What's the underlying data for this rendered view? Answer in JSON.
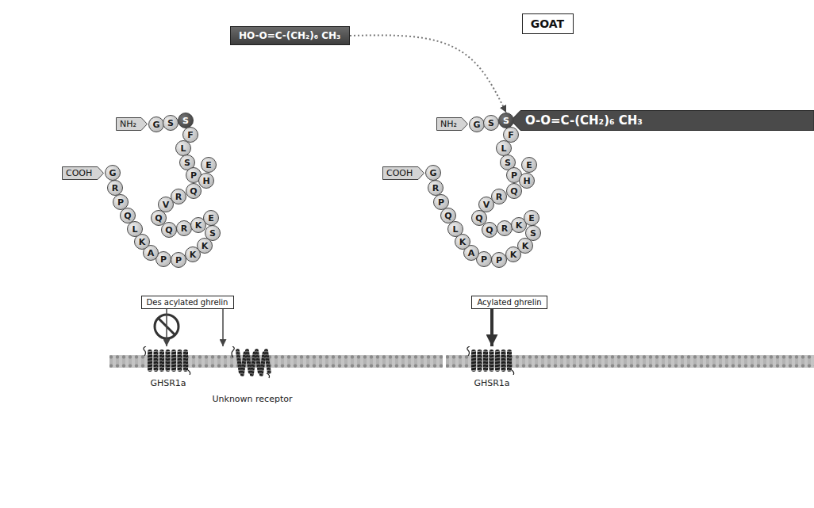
{
  "diagram": {
    "nodes": [
      {
        "text": [
          "HO-O=C-(CH₂)₆ CH₃"
        ]
      },
      {
        "text": [
          "GOAT"
        ]
      },
      {
        "text": [
          "NH₂"
        ]
      },
      {
        "text": [
          "COOH"
        ]
      },
      {
        "text": [
          "G"
        ]
      },
      {
        "text": [
          "S"
        ]
      },
      {
        "text": [
          "S"
        ]
      },
      {
        "text": [
          "F"
        ]
      },
      {
        "text": [
          "L"
        ]
      },
      {
        "text": [
          "S"
        ]
      },
      {
        "text": [
          "P"
        ]
      },
      {
        "text": [
          "E"
        ]
      },
      {
        "text": [
          "H"
        ]
      },
      {
        "text": [
          "Q"
        ]
      },
      {
        "text": [
          "R"
        ]
      },
      {
        "text": [
          "V"
        ]
      },
      {
        "text": [
          "Q"
        ]
      },
      {
        "text": [
          "Q"
        ]
      },
      {
        "text": [
          "R"
        ]
      },
      {
        "text": [
          "K"
        ]
      },
      {
        "text": [
          "E"
        ]
      },
      {
        "text": [
          "S"
        ]
      },
      {
        "text": [
          "K"
        ]
      },
      {
        "text": [
          "K"
        ]
      },
      {
        "text": [
          "P"
        ]
      },
      {
        "text": [
          "P"
        ]
      },
      {
        "text": [
          "A"
        ]
      },
      {
        "text": [
          "K"
        ]
      },
      {
        "text": [
          "L"
        ]
      },
      {
        "text": [
          "Q"
        ]
      },
      {
        "text": [
          "P"
        ]
      },
      {
        "text": [
          "R"
        ]
      },
      {
        "text": [
          "G"
        ]
      },
      {
        "text": [
          "Des acylated ghrelin"
        ]
      },
      {
        "text": [
          "GHSR1a"
        ]
      },
      {
        "text": [
          "Unknown receptor"
        ]
      },
      {
        "text": [
          "NH₂"
        ]
      },
      {
        "text": [
          "O-O=C-(CH₂)₆ CH₃"
        ]
      },
      {
        "text": [
          "COOH"
        ]
      },
      {
        "text": [
          "G"
        ]
      },
      {
        "text": [
          "S"
        ]
      },
      {
        "text": [
          "S"
        ]
      },
      {
        "text": [
          "F"
        ]
      },
      {
        "text": [
          "L"
        ]
      },
      {
        "text": [
          "S"
        ]
      },
      {
        "text": [
          "P"
        ]
      },
      {
        "text": [
          "E"
        ]
      },
      {
        "text": [
          "H"
        ]
      },
      {
        "text": [
          "Q"
        ]
      },
      {
        "text": [
          "R"
        ]
      },
      {
        "text": [
          "V"
        ]
      },
      {
        "text": [
          "Q"
        ]
      },
      {
        "text": [
          "Q"
        ]
      },
      {
        "text": [
          "R"
        ]
      },
      {
        "text": [
          "K"
        ]
      },
      {
        "text": [
          "E"
        ]
      },
      {
        "text": [
          "S"
        ]
      },
      {
        "text": [
          "K"
        ]
      },
      {
        "text": [
          "K"
        ]
      },
      {
        "text": [
          "P"
        ]
      },
      {
        "text": [
          "P"
        ]
      },
      {
        "text": [
          "A"
        ]
      },
      {
        "text": [
          "K"
        ]
      },
      {
        "text": [
          "L"
        ]
      },
      {
        "text": [
          "Q"
        ]
      },
      {
        "text": [
          "P"
        ]
      },
      {
        "text": [
          "R"
        ]
      },
      {
        "text": [
          "G"
        ]
      },
      {
        "text": [
          "Acylated ghrelin"
        ]
      },
      {
        "text": [
          "GHSR1a"
        ]
      }
    ],
    "edges": [
      {
        "from": 0,
        "to": 41,
        "arrow": "to"
      },
      {
        "from": 33,
        "to": 34,
        "arrow": "to"
      },
      {
        "from": 33,
        "to": 35,
        "arrow": "to"
      },
      {
        "from": 68,
        "to": 69,
        "arrow": "to"
      }
    ]
  }
}
